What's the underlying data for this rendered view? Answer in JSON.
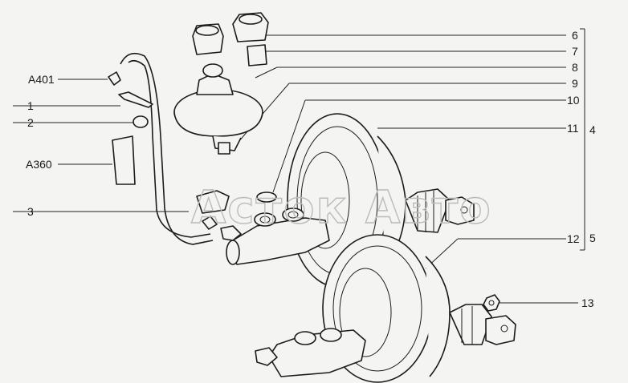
{
  "callouts": [
    {
      "id": "a401",
      "text": "A401"
    },
    {
      "id": "c1",
      "text": "1"
    },
    {
      "id": "c2",
      "text": "2"
    },
    {
      "id": "a360",
      "text": "A360"
    },
    {
      "id": "c3",
      "text": "3"
    },
    {
      "id": "c6",
      "text": "6"
    },
    {
      "id": "c7",
      "text": "7"
    },
    {
      "id": "c8",
      "text": "8"
    },
    {
      "id": "c9",
      "text": "9"
    },
    {
      "id": "c10",
      "text": "10"
    },
    {
      "id": "c11",
      "text": "11"
    },
    {
      "id": "c12",
      "text": "12"
    },
    {
      "id": "c13",
      "text": "13"
    },
    {
      "id": "g4",
      "text": "4"
    },
    {
      "id": "g5",
      "text": "5"
    }
  ],
  "watermark": "Асток Авто",
  "colors": {
    "ink": "#1c1c1c",
    "paper": "#f4f4f2",
    "watermark": "#bbbbbb"
  }
}
